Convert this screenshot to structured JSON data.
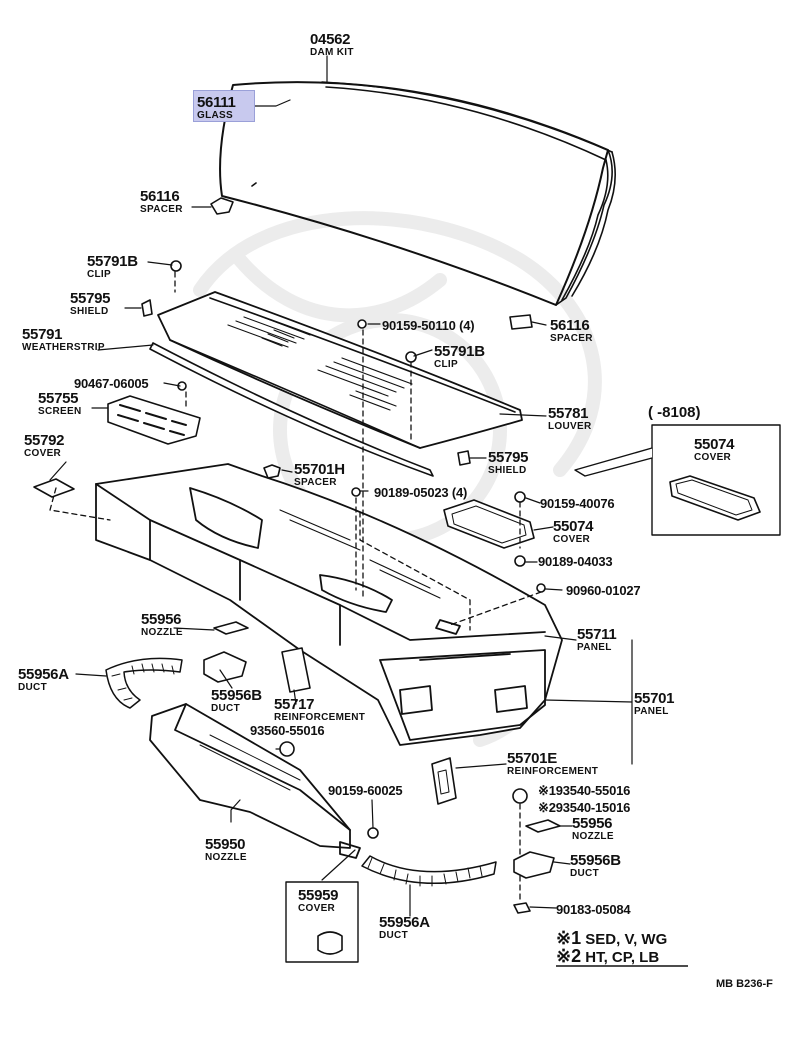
{
  "diagram_code": "MB B236-F",
  "period_note": "( -8108)",
  "parts": {
    "p04562": {
      "number": "04562",
      "name": "DAM KIT"
    },
    "p56111": {
      "number": "56111",
      "name": "GLASS"
    },
    "p56116a": {
      "number": "56116",
      "name": "SPACER"
    },
    "p55791b_a": {
      "number": "55791B",
      "name": "CLIP"
    },
    "p55795_a": {
      "number": "55795",
      "name": "SHIELD"
    },
    "p55791": {
      "number": "55791",
      "name": "WEATHERSTRIP"
    },
    "p90467": {
      "number": "90467-06005"
    },
    "p55755": {
      "number": "55755",
      "name": "SCREEN"
    },
    "p55792": {
      "number": "55792",
      "name": "COVER"
    },
    "p55701h": {
      "number": "55701H",
      "name": "SPACER"
    },
    "p90159_50110": {
      "number": "90159-50110 (4)"
    },
    "p56116b": {
      "number": "56116",
      "name": "SPACER"
    },
    "p55791b_b": {
      "number": "55791B",
      "name": "CLIP"
    },
    "p55781": {
      "number": "55781",
      "name": "LOUVER"
    },
    "p55795_b": {
      "number": "55795",
      "name": "SHIELD"
    },
    "p90189_05023": {
      "number": "90189-05023 (4)"
    },
    "p55074_box": {
      "number": "55074",
      "name": "COVER"
    },
    "p90159_40076": {
      "number": "90159-40076"
    },
    "p55074": {
      "number": "55074",
      "name": "COVER"
    },
    "p90189_04033": {
      "number": "90189-04033"
    },
    "p90960_01027": {
      "number": "90960-01027"
    },
    "p55956_a": {
      "number": "55956",
      "name": "NOZZLE"
    },
    "p55711": {
      "number": "55711",
      "name": "PANEL"
    },
    "p55956a_a": {
      "number": "55956A",
      "name": "DUCT"
    },
    "p55956b_a": {
      "number": "55956B",
      "name": "DUCT"
    },
    "p55717": {
      "number": "55717",
      "name": "REINFORCEMENT"
    },
    "p55701": {
      "number": "55701",
      "name": "PANEL"
    },
    "p93560": {
      "number": "93560-55016"
    },
    "p55701e": {
      "number": "55701E",
      "name": "REINFORCEMENT"
    },
    "p90159_60025": {
      "number": "90159-60025"
    },
    "p93540_55016": {
      "mark": "※1",
      "number": "93540-55016"
    },
    "p93540_15016": {
      "mark": "※2",
      "number": "93540-15016"
    },
    "p55956_b": {
      "number": "55956",
      "name": "NOZZLE"
    },
    "p55950": {
      "number": "55950",
      "name": "NOZZLE"
    },
    "p55956b_b": {
      "number": "55956B",
      "name": "DUCT"
    },
    "p55959": {
      "number": "55959",
      "name": "COVER"
    },
    "p55956a_b": {
      "number": "55956A",
      "name": "DUCT"
    },
    "p90183": {
      "number": "90183-05084"
    }
  },
  "notes": [
    {
      "mark": "※1",
      "text": "SED, V, WG"
    },
    {
      "mark": "※2",
      "text": "HT, CP, LB"
    }
  ],
  "highlight_color": "#c8c9ee"
}
